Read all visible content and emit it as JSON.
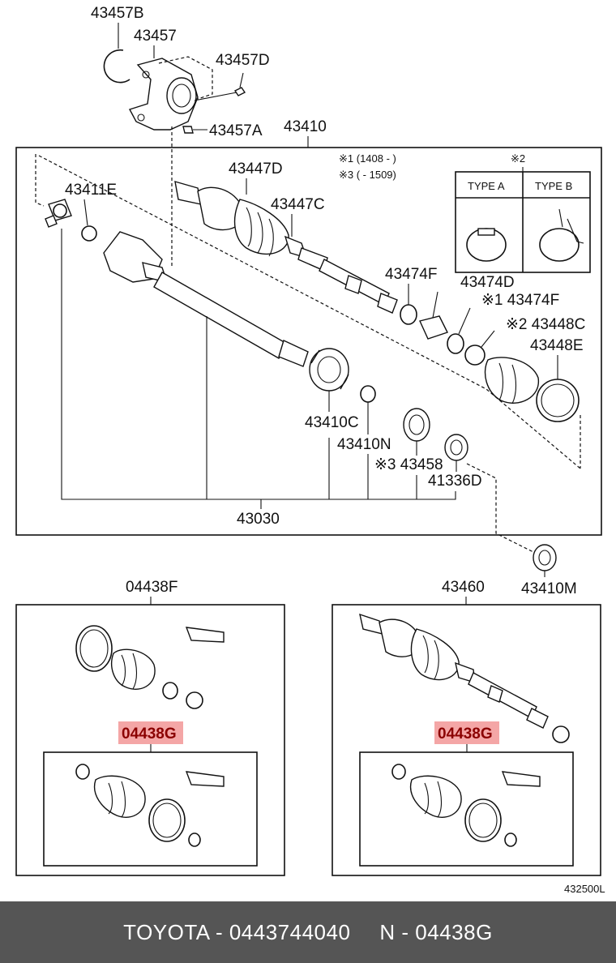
{
  "labels": {
    "l43457B": "43457B",
    "l43457": "43457",
    "l43457D": "43457D",
    "l43457A": "43457A",
    "l43410": "43410",
    "l43447D": "43447D",
    "l43447C": "43447C",
    "l43411E": "43411E",
    "l43474F": "43474F",
    "l43474D": "43474D",
    "l43474F2": "※1 43474F",
    "l43448C": "※2 43448C",
    "l43448E": "43448E",
    "l43410C": "43410C",
    "l43410N": "43410N",
    "l43458": "※3 43458",
    "l41336D": "41336D",
    "l43030": "43030",
    "l43410M": "43410M",
    "l04438F": "04438F",
    "l43460": "43460",
    "l04438G_left": "04438G",
    "l04438G_right": "04438G",
    "ref": "432500L"
  },
  "notes": {
    "n1": "※1 (1408 -         )",
    "n2": "※2",
    "n3": "※3 (         - 1509)"
  },
  "type_box": {
    "a": "TYPE A",
    "b": "TYPE B"
  },
  "footer": {
    "brand": "TOYOTA - 0443744040",
    "part": "N - 04438G"
  },
  "colors": {
    "highlight": "#f4a6a6",
    "footer_bg": "#555555"
  }
}
